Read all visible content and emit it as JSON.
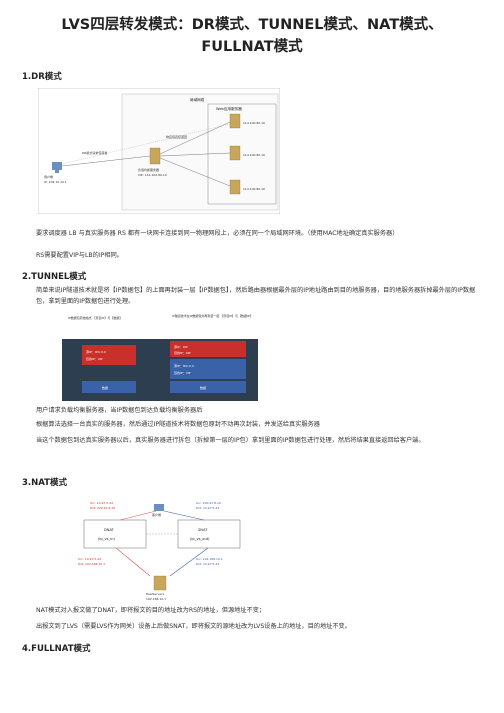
{
  "title_line1": "LVS四层转发模式：DR模式、TUNNEL模式、NAT模式、",
  "title_line2": "FULLNAT模式",
  "sections": {
    "dr": {
      "heading": "1.DR模式",
      "para1": "要求调度器 LB 与真实服务器 RS 都有一块网卡连接到同一物理网段上，必须在同一个局域网环境。（使用MAC地址确定真实服务器）",
      "para2": "RS需要配置VIP与LB的IP相同。",
      "figure": {
        "top_label": "局域网络",
        "web_cluster_label": "Web应用服务器",
        "client_label": "用户端",
        "client_ip": "IP: 202.10.10.1",
        "lb_label": "负载均衡服务器",
        "lb_ip": "VIP: 114.100.80.10",
        "note1": "DR模式请求包转发",
        "note2": "响应包直接返回",
        "server1_ip": "114.100.80.10",
        "server2_ip": "114.100.80.10",
        "server3_ip": "114.100.80.10"
      }
    },
    "tunnel": {
      "heading": "2.TUNNEL模式",
      "para1": "简单来说IP隧道技术就是将【IP数据包】的上面再封装一层【IP数据包】，然后路由器根据最外层的IP地址路由到目的地服务器，目的地服务器拆掉最外层的IP数据包，拿到里面的IP数据包进行处理。",
      "para2": "用户请求负载均衡服务器，当IP数据包到达负载均衡服务器后",
      "para3": "根据算法选择一台真实的服务器，然后通过IP隧道技术将数据包原封不动再次封装，并发送给真实服务器",
      "para4": "当这个数据包到达真实服务器以后，真实服务器进行拆包（拆掉第一层的IP包）拿到里面的IP数据包进行处理，然后将结果直接返回给客户端。",
      "figure": {
        "left_note": "IP数据包原始格式\n【原目IP】与【数据】",
        "right_note": "IP隧道技术在IP数据包外再封装一层\n【原目IP】与【数据IP】",
        "left_src": "源IP：IP.X.X.X",
        "left_dst": "目的IP：VIP",
        "left_data": "数据",
        "right_src": "源IP：DIP",
        "right_dst": "目的IP：RIP",
        "inner_src": "源IP：IP.X.X.X",
        "inner_dst": "目的IP：VIP",
        "right_data": "数据"
      }
    },
    "nat": {
      "heading": "3.NAT模式",
      "para1": "NAT模式对入报文做了DNAT，即将报文的目的地址改为RS的地址，但源地址不变；",
      "para2": "出报文到了LVS（需要LVS作为网关）设备上后做SNAT，即将报文的源地址改为LVS设备上的地址，目的地址不变。",
      "figure": {
        "client": "客户端",
        "dnat": "DNAT",
        "dnat_sub": "(ip_vs_in)",
        "snat": "SNAT",
        "snat_sub": "(ip_vs_out)",
        "server": "RealServer1",
        "server_ip": "192.168.10.1",
        "src1": "Src: 10.97.5.44",
        "dst1": "Dst: 220.97.8.10",
        "src2": "Src: 220.97.8.10",
        "dst2": "Dst: 10.97.5.44",
        "src3": "Src: 10.97.5.44",
        "dst3": "Dst: 192.168.10.1",
        "src4": "Src: 192.168.10.1",
        "dst4": "Dst: 10.97.5.44"
      }
    },
    "fullnat": {
      "heading": "4.FULLNAT模式"
    }
  },
  "colors": {
    "red_box": "#c9302c",
    "blue_box": "#3a62a8",
    "nat_red": "#d9534f"
  }
}
